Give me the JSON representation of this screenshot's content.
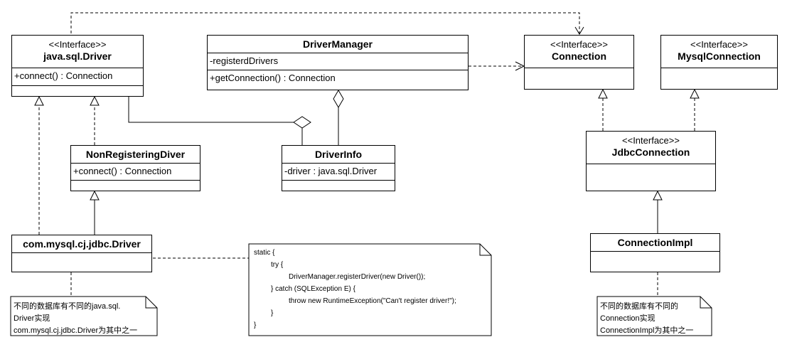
{
  "classes": {
    "java_sql_driver": {
      "stereotype": "<<Interface>>",
      "name": "java.sql.Driver",
      "members": [
        "+connect() : Connection"
      ]
    },
    "driver_manager": {
      "name": "DriverManager",
      "attributes": [
        "-registerdDrivers"
      ],
      "methods": [
        "+getConnection() : Connection"
      ]
    },
    "connection": {
      "stereotype": "<<Interface>>",
      "name": "Connection"
    },
    "mysql_connection": {
      "stereotype": "<<Interface>>",
      "name": "MysqlConnection"
    },
    "non_registering_driver": {
      "name": "NonRegisteringDiver",
      "members": [
        "+connect() : Connection"
      ]
    },
    "driver_info": {
      "name": "DriverInfo",
      "members": [
        "-driver : java.sql.Driver"
      ]
    },
    "jdbc_connection": {
      "stereotype": "<<Interface>>",
      "name": "JdbcConnection"
    },
    "mysql_cj_driver": {
      "name": "com.mysql.cj.jdbc.Driver"
    },
    "connection_impl": {
      "name": "ConnectionImpl"
    }
  },
  "notes": {
    "driver_note": [
      "不同的数据库有不同的java.sql.",
      "Driver实现",
      "com.mysql.cj.jdbc.Driver为其中之一"
    ],
    "code_note": [
      "static {",
      "try {",
      "DriverManager.registerDriver(new Driver());",
      "} catch (SQLException E) {",
      "throw new RuntimeException(\"Can't register driver!\");",
      "}",
      "}"
    ],
    "connection_note": [
      "不同的数据库有不同的",
      "Connection实现",
      "ConnectionImpl为其中之一"
    ]
  }
}
